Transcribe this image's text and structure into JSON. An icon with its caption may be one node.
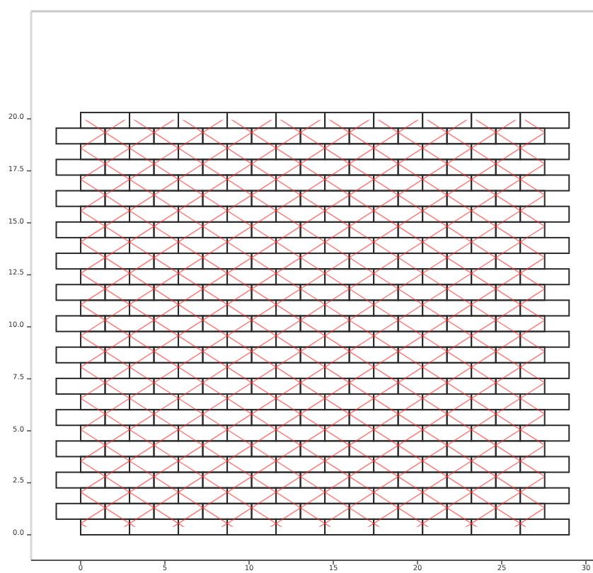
{
  "diagram": {
    "labels": [
      "20.0",
      "17.5",
      "15.0",
      "12.5",
      "10.0",
      "7.5",
      "5.0",
      "2.5",
      "0.0",
      "0",
      "5",
      "10",
      "15",
      "20",
      "25",
      "30"
    ]
  }
}
